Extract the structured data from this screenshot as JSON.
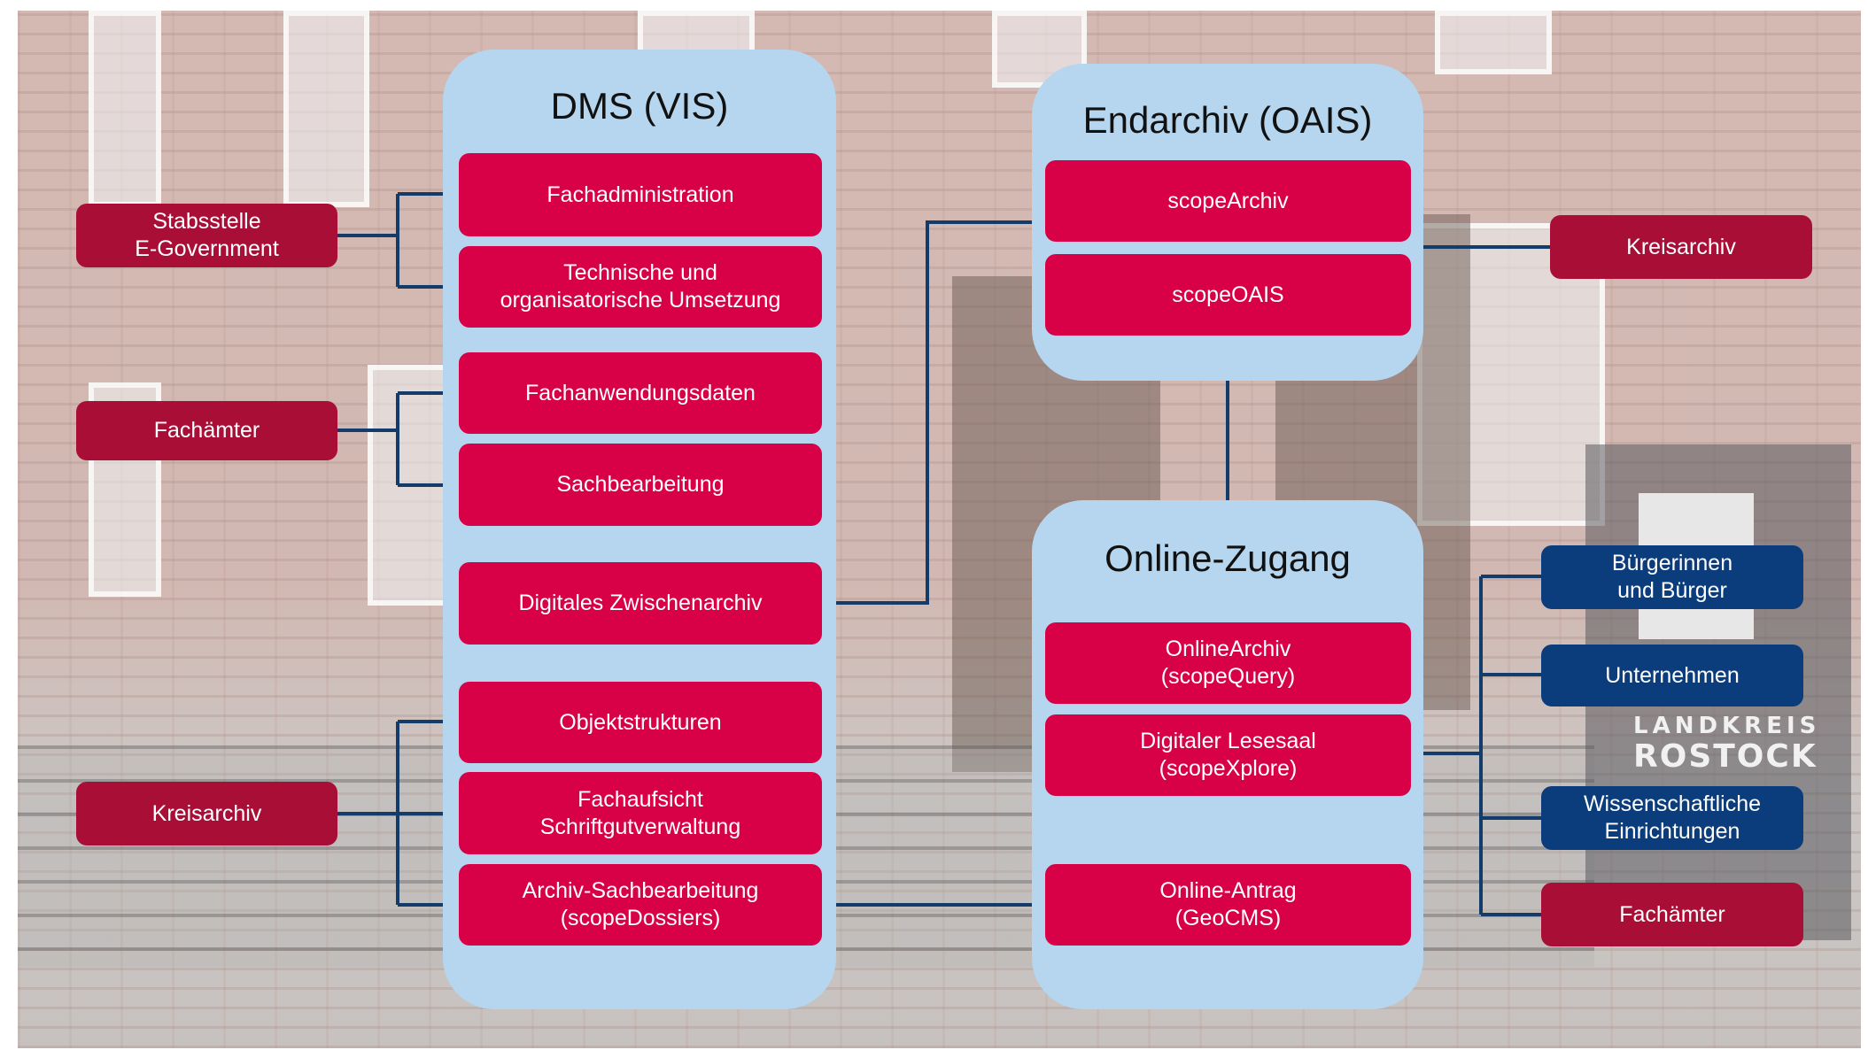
{
  "colors": {
    "panel": "#b5d6ee",
    "component": "#d80046",
    "stakeholder": "#a80e36",
    "public": "#0b3c7c",
    "connector": "#143c6b"
  },
  "background": {
    "logo_line1": "LANDKREIS",
    "logo_line2": "ROSTOCK"
  },
  "dms": {
    "title": "DMS (VIS)",
    "items": [
      [
        "Fachadministration"
      ],
      [
        "Technische und",
        "organisatorische Umsetzung"
      ],
      [
        "Fachanwendungsdaten"
      ],
      [
        "Sachbearbeitung"
      ],
      [
        "Digitales Zwischenarchiv"
      ],
      [
        "Objektstrukturen"
      ],
      [
        "Fachaufsicht",
        "Schriftgutverwaltung"
      ],
      [
        "Archiv-Sachbearbeitung",
        "(scopeDossiers)"
      ]
    ]
  },
  "endarchiv": {
    "title": "Endarchiv (OAIS)",
    "items": [
      [
        "scopeArchiv"
      ],
      [
        "scopeOAIS"
      ]
    ]
  },
  "online": {
    "title": "Online-Zugang",
    "items": [
      [
        "OnlineArchiv",
        "(scopeQuery)"
      ],
      [
        "Digitaler Lesesaal",
        "(scopeXplore)"
      ],
      [
        "Online-Antrag",
        "(GeoCMS)"
      ]
    ]
  },
  "left_actors": [
    [
      "Stabsstelle",
      "E-Government"
    ],
    [
      "Fachämter"
    ],
    [
      "Kreisarchiv"
    ]
  ],
  "right_actors": {
    "archive": [
      "Kreisarchiv"
    ],
    "users": [
      [
        "Bürgerinnen",
        "und Bürger"
      ],
      [
        "Unternehmen"
      ],
      [
        "Wissenschaftliche",
        "Einrichtungen"
      ],
      [
        "Fachämter"
      ]
    ]
  }
}
